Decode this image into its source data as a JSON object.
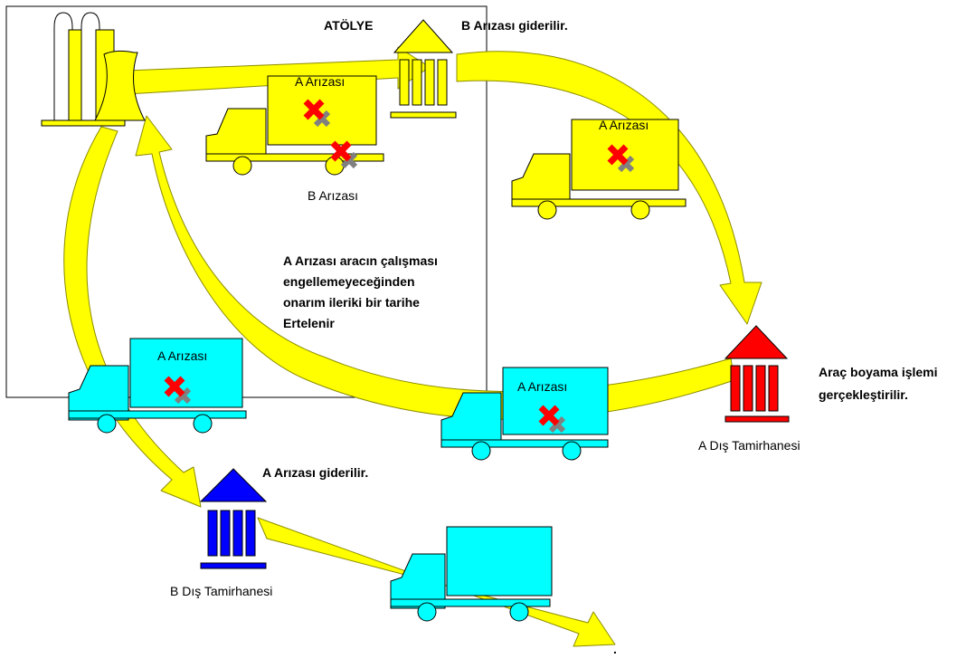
{
  "workshop": {
    "title": "ATÖLYE"
  },
  "labels": {
    "b_fixed": "B Arızası giderilir.",
    "a_fault_top": "A Arızası",
    "b_fault": "B Arızası",
    "a_fault_right": "A Arızası",
    "deferred_line1": "A Arızası aracın çalışması",
    "deferred_line2": "engellemeyeceğinden",
    "deferred_line3": "onarım ileriki bir tarihe",
    "deferred_line4": "Ertelenir",
    "a_fault_left_cyan": "A Arızası",
    "a_fault_mid_cyan": "A Arızası",
    "painting_line1": "Araç boyama işlemi",
    "painting_line2": "gerçekleştirilir.",
    "shop_a": "A Dış Tamirhanesi",
    "a_fixed": "A Arızası giderilir.",
    "shop_b": "B Dış Tamirhanesi",
    "end_dot": "."
  },
  "colors": {
    "arrow_fill": "#ffff00",
    "arrow_stroke": "#8c8c00",
    "truck_yellow": "#ffff00",
    "truck_cyan": "#00ffff",
    "building_yellow": "#ffff00",
    "building_red": "#ff0000",
    "building_blue": "#0000ff",
    "fault_mark": "#ff0000",
    "fault_shadow": "#808080"
  }
}
